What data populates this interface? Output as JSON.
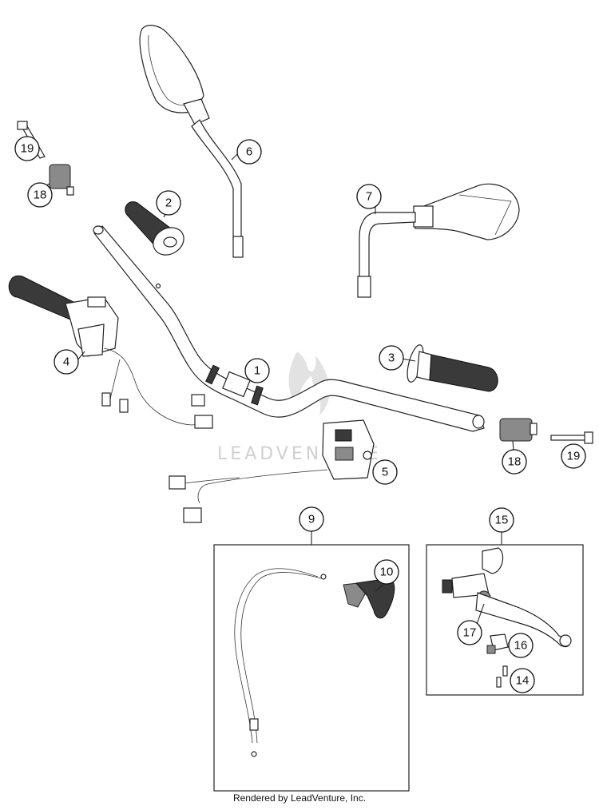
{
  "watermark": "LEADVENTURE",
  "credit": "Rendered by LeadVenture, Inc.",
  "callouts": {
    "c1": "1",
    "c2": "2",
    "c3": "3",
    "c4": "4",
    "c5": "5",
    "c6": "6",
    "c7": "7",
    "c9": "9",
    "c10": "10",
    "c14": "14",
    "c15": "15",
    "c16": "16",
    "c17": "17",
    "c18a": "18",
    "c18b": "18",
    "c19a": "19",
    "c19b": "19"
  },
  "colors": {
    "line": "#222222",
    "rubber": "#3a3a3a",
    "watermark": "#d0d0d0"
  }
}
